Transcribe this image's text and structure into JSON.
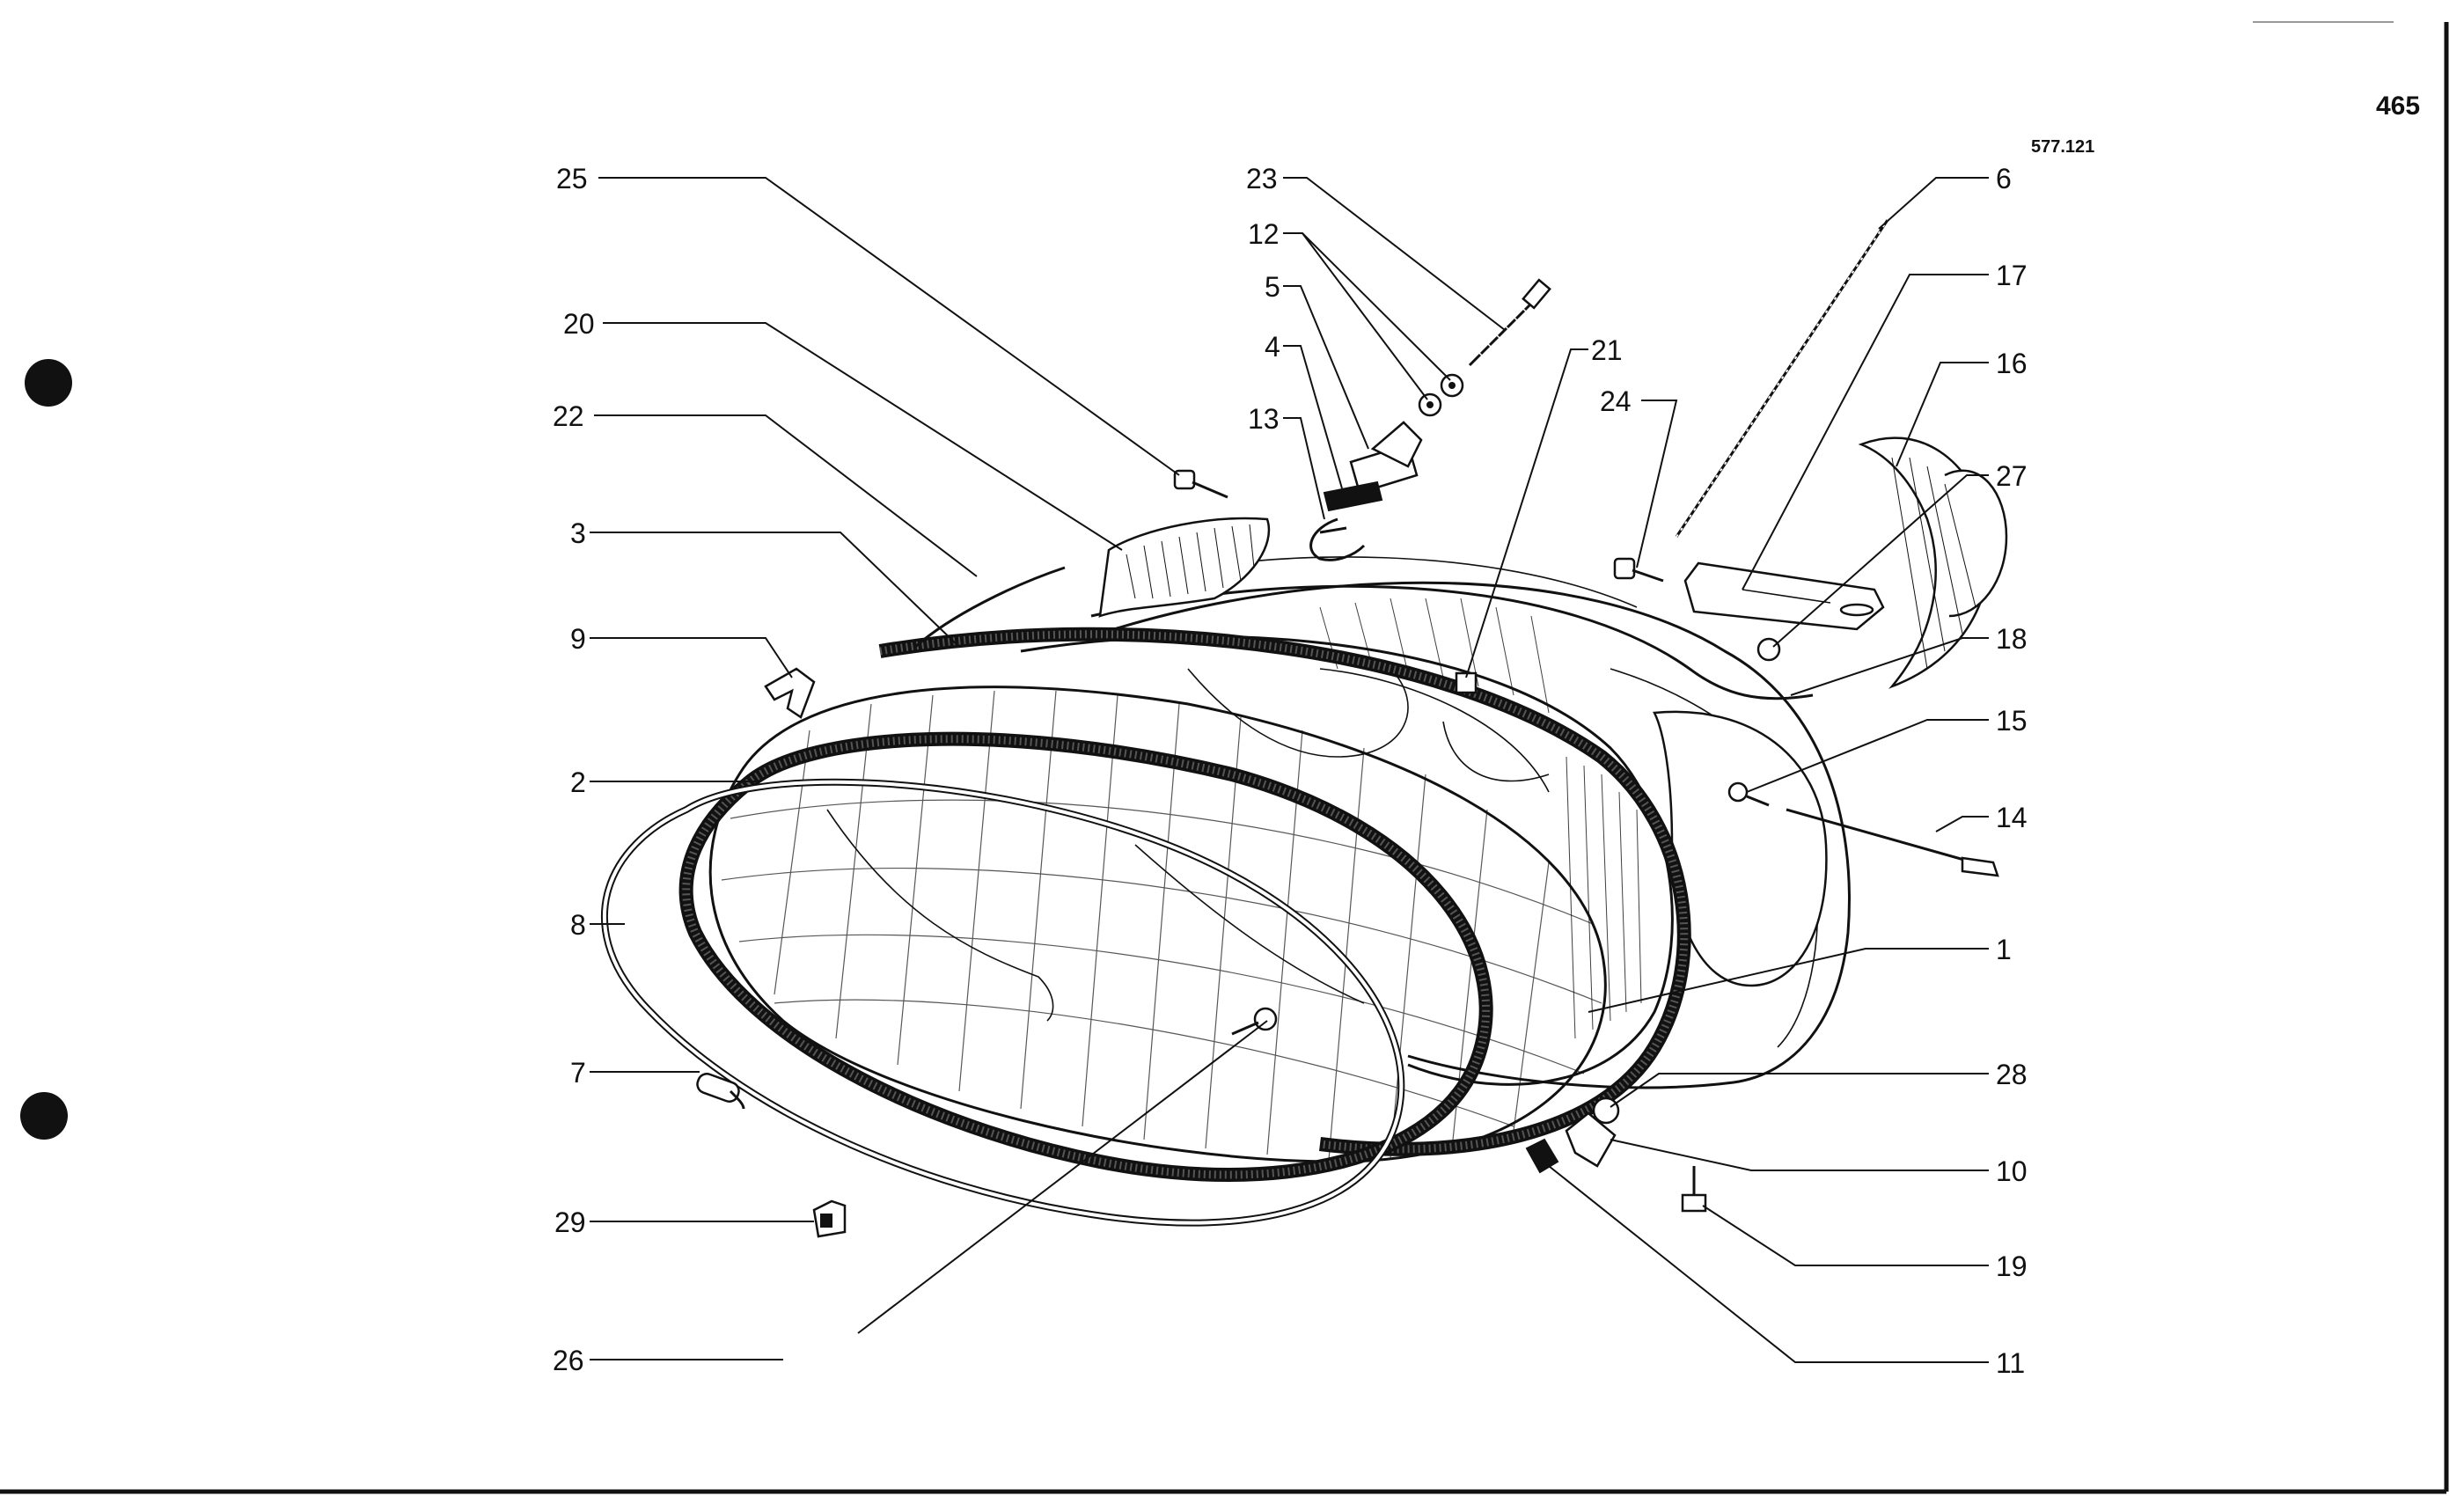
{
  "page_number": "465",
  "drawing_number": "577.121",
  "callouts": [
    "25",
    "20",
    "22",
    "3",
    "9",
    "2",
    "8",
    "7",
    "29",
    "26",
    "23",
    "12",
    "5",
    "4",
    "13",
    "21",
    "24",
    "6",
    "17",
    "16",
    "27",
    "18",
    "15",
    "14",
    "1",
    "28",
    "10",
    "19",
    "11"
  ],
  "colors": {
    "ink": "#111111",
    "paper": "#ffffff"
  }
}
